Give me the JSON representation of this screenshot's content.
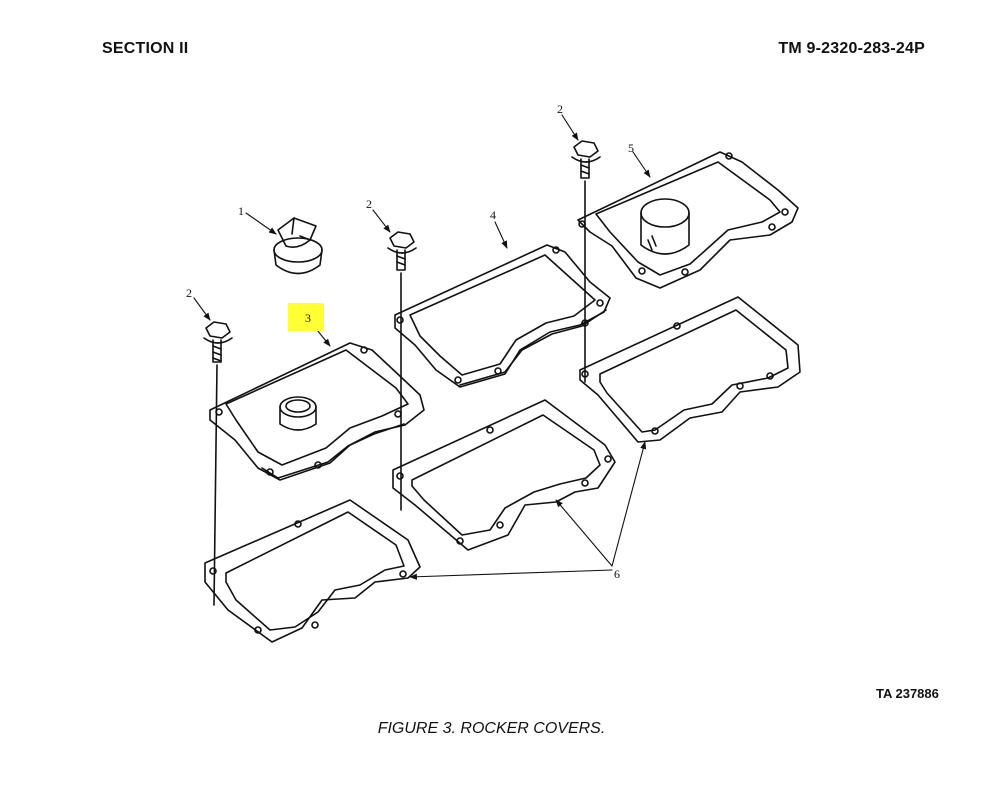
{
  "header": {
    "section": "SECTION II",
    "tm_number": "TM 9-2320-283-24P"
  },
  "callouts": {
    "oil_filler_cap": "1",
    "bolt_left": "2",
    "bolt_middle": "2",
    "bolt_right": "2",
    "cover_left": "3",
    "cover_middle": "4",
    "cover_right": "5",
    "gaskets": "6"
  },
  "highlight_color": "#ffff33",
  "ta_number": "TA 237886",
  "caption": "FIGURE 3.  ROCKER COVERS."
}
